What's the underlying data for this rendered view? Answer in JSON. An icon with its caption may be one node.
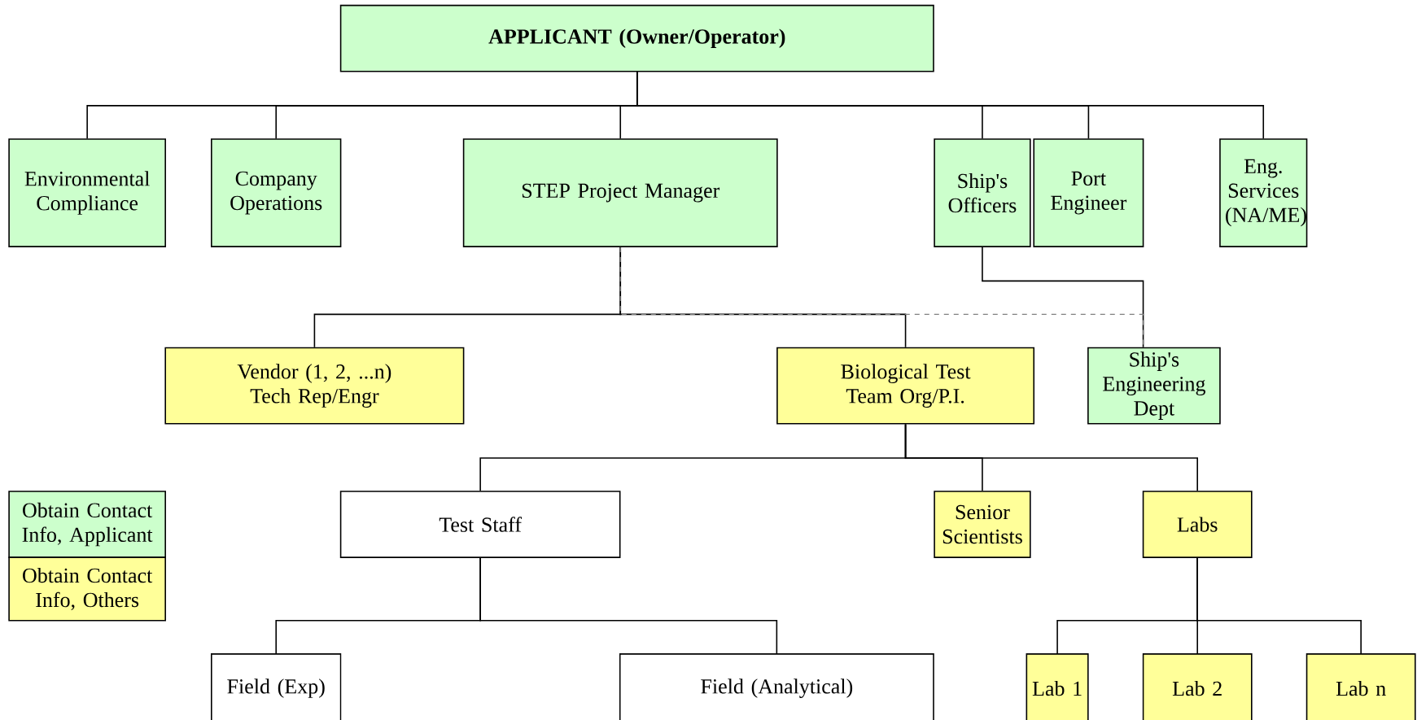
{
  "diagram": {
    "nodes": [
      {
        "text": [
          "APPLICANT (Owner/Operator)"
        ]
      },
      {
        "text": [
          "Environmental Compliance"
        ]
      },
      {
        "text": [
          "Company Operations"
        ]
      },
      {
        "text": [
          "STEP Project Manager"
        ]
      },
      {
        "text": [
          "Ship's Officers"
        ]
      },
      {
        "text": [
          "Port Engineer"
        ]
      },
      {
        "text": [
          "Eng. Services (NA/ME)"
        ]
      },
      {
        "text": [
          "Vendor (1, 2, ...n) Tech Rep/Engr"
        ]
      },
      {
        "text": [
          "Biological Test Team Org/P.I."
        ]
      },
      {
        "text": [
          "Ship's Engineering Dept"
        ]
      },
      {
        "text": [
          "Test Staff"
        ]
      },
      {
        "text": [
          "Senior Scientists"
        ]
      },
      {
        "text": [
          "Labs"
        ]
      },
      {
        "text": [
          "Field (Exp)"
        ]
      },
      {
        "text": [
          "Field (Analytical)"
        ]
      },
      {
        "text": [
          "Lab 1"
        ]
      },
      {
        "text": [
          "Lab 2"
        ]
      },
      {
        "text": [
          "Lab n"
        ]
      }
    ],
    "edges": [
      {
        "from": 0,
        "to": 1,
        "arrow": "none"
      },
      {
        "from": 0,
        "to": 2,
        "arrow": "none"
      },
      {
        "from": 0,
        "to": 3,
        "arrow": "none"
      },
      {
        "from": 0,
        "to": 4,
        "arrow": "none"
      },
      {
        "from": 0,
        "to": 5,
        "arrow": "none"
      },
      {
        "from": 0,
        "to": 6,
        "arrow": "none"
      },
      {
        "from": 3,
        "to": 7,
        "arrow": "none"
      },
      {
        "from": 3,
        "to": 8,
        "arrow": "none"
      },
      {
        "from": 4,
        "to": 9,
        "arrow": "none"
      },
      {
        "from": 3,
        "to": 9,
        "arrow": "none",
        "style": "dashed",
        "color": "#808080"
      },
      {
        "from": 8,
        "to": 10,
        "arrow": "none"
      },
      {
        "from": 8,
        "to": 11,
        "arrow": "none"
      },
      {
        "from": 8,
        "to": 12,
        "arrow": "none"
      },
      {
        "from": 10,
        "to": 13,
        "arrow": "none"
      },
      {
        "from": 10,
        "to": 14,
        "arrow": "none"
      },
      {
        "from": 12,
        "to": 15,
        "arrow": "none"
      },
      {
        "from": 12,
        "to": 16,
        "arrow": "none"
      },
      {
        "from": 12,
        "to": 17,
        "arrow": "none"
      }
    ],
    "legend": [
      {
        "text": "Obtain Contact Info, Applicant",
        "color": "#ccffcc"
      },
      {
        "text": "Obtain Contact Info, Others",
        "color": "#ffff99"
      }
    ]
  }
}
